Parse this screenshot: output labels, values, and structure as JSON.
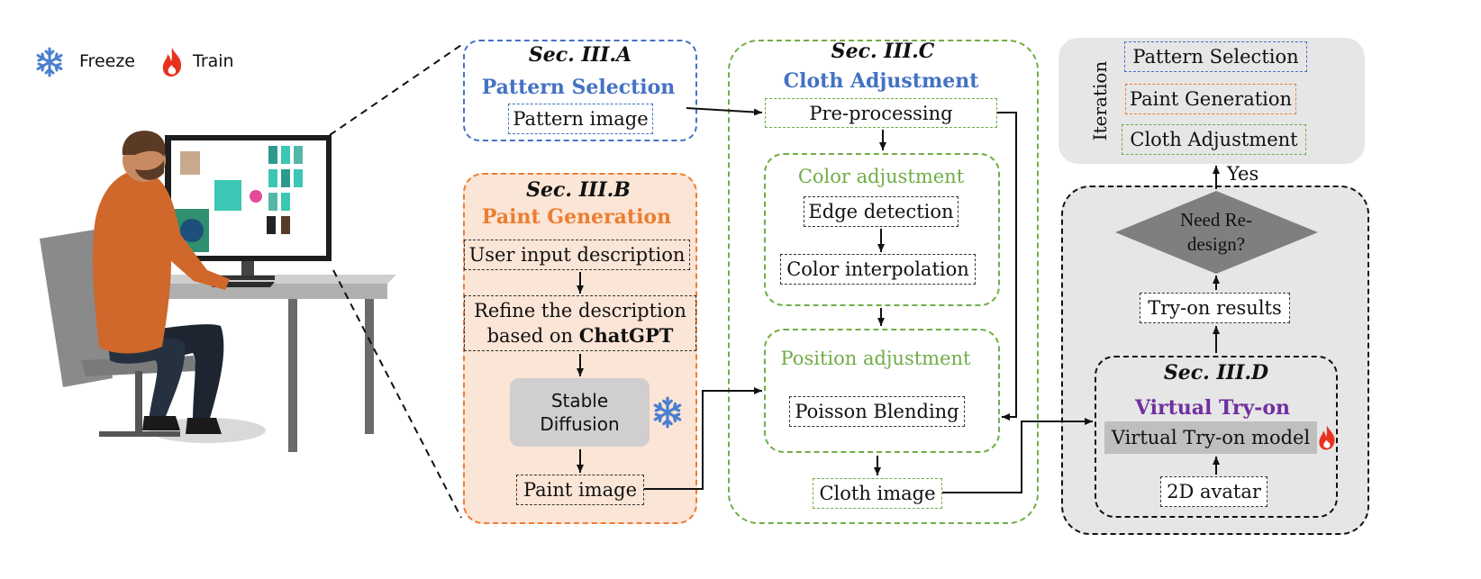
{
  "legend": {
    "freeze_label": "Freeze",
    "train_label": "Train",
    "freeze_icon": "snowflake-icon",
    "train_icon": "flame-icon"
  },
  "colors": {
    "blue": "#4472c4",
    "orange": "#ed7d31",
    "green": "#70ad47",
    "purple": "#7030a0",
    "peach_fill": "#fbe5d6",
    "gray_fill": "#e6e6e6",
    "dark_gray": "#7f7f7f"
  },
  "sec_a": {
    "section": "Sec. III.A",
    "title": "Pattern Selection",
    "pattern_image": "Pattern image"
  },
  "sec_b": {
    "section": "Sec. III.B",
    "title": "Paint Generation",
    "user_input": "User input description",
    "refine_line1": "Refine the description",
    "refine_line2_prefix": "based on ",
    "refine_line2_bold": "ChatGPT",
    "stable_line1": "Stable",
    "stable_line2": "Diffusion",
    "paint_image": "Paint image"
  },
  "sec_c": {
    "section": "Sec. III.C",
    "title": "Cloth Adjustment",
    "preprocessing": "Pre-processing",
    "color_adjustment": "Color adjustment",
    "edge_detection": "Edge detection",
    "color_interpolation": "Color interpolation",
    "position_adjustment": "Position adjustment",
    "poisson_blending": "Poisson Blending",
    "cloth_image": "Cloth image"
  },
  "iteration": {
    "label": "Iteration",
    "items": [
      "Pattern Selection",
      "Paint Generation",
      "Cloth Adjustment"
    ]
  },
  "sec_d": {
    "decision_line1": "Need Re-",
    "decision_line2": "design?",
    "yes_label": "Yes",
    "tryon_results": "Try-on results",
    "section": "Sec. III.D",
    "title": "Virtual Try-on",
    "model": "Virtual Try-on model",
    "avatar": "2D avatar"
  },
  "illustration": {
    "subject": "person-at-computer-illustration"
  }
}
